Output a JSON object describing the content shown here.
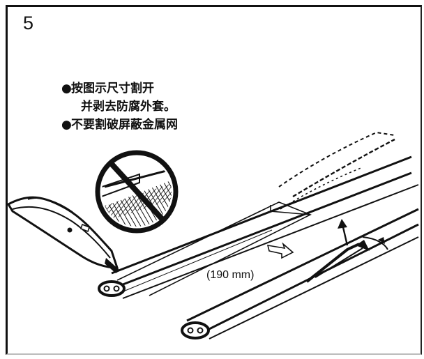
{
  "step": {
    "number": "5"
  },
  "instructions": {
    "line1_bullet": "●",
    "line1": "按图示尺寸割开",
    "line2": "并剥去防腐外套。",
    "line3_bullet": "●",
    "line3": "不要割破屏蔽金属网"
  },
  "dimension": {
    "label": "(190 mm)"
  },
  "icons": {
    "warning": "prohibition-icon",
    "knife": "cable-knife-icon",
    "cable": "flat-cable-icon",
    "arrow": "direction-arrow-icon"
  }
}
